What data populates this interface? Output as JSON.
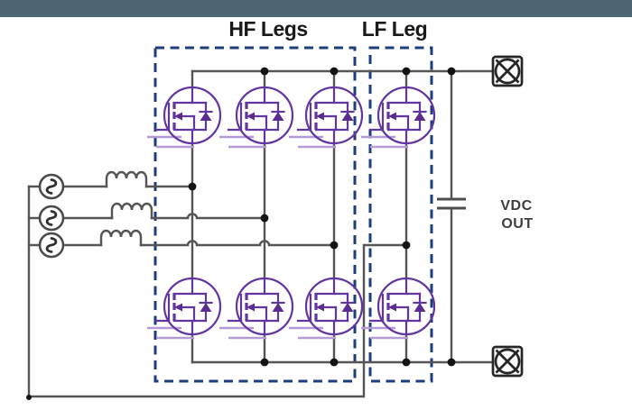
{
  "window": {
    "top_bar_color": "#4d6570",
    "background": "#ffffff"
  },
  "labels": {
    "hf_legs": "HF Legs",
    "lf_leg": "LF Leg",
    "vdc_line1": "VDC",
    "vdc_line2": "OUT"
  },
  "colors": {
    "dashed_boundary": "#1e3d7c",
    "mosfet_symbol": "#6236a0",
    "mosfet_symbol_light": "#b49bd8",
    "wire": "#555555",
    "junction_dot": "#141414",
    "label_text": "#1a1a1a",
    "vdc_text": "#3f3f3f"
  },
  "components": {
    "ac_sources": 3,
    "line_inductors": 3,
    "hf_leg_mosfets": 6,
    "lf_leg_mosfets": 2,
    "dc_link_capacitors": 1,
    "output_terminals": 2,
    "junction_dots": 12
  },
  "icons": {
    "ac_source": "circle-with-sine-wave",
    "inductor": "four-hump-coil",
    "mosfet": "n-mosfet-with-body-diode-in-circle",
    "capacitor": "parallel-plates",
    "output_terminal": "square-with-circle-and-x"
  }
}
